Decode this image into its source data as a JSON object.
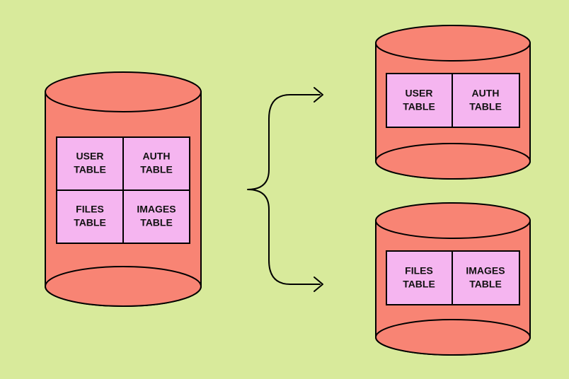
{
  "colors": {
    "background": "#d8ea9b",
    "cylinder": "#f88474",
    "table_cell": "#f5b5f0",
    "stroke": "#000000"
  },
  "source_db": {
    "tables": [
      {
        "line1": "USER",
        "line2": "TABLE"
      },
      {
        "line1": "AUTH",
        "line2": "TABLE"
      },
      {
        "line1": "FILES",
        "line2": "TABLE"
      },
      {
        "line1": "IMAGES",
        "line2": "TABLE"
      }
    ]
  },
  "shard_top": {
    "tables": [
      {
        "line1": "USER",
        "line2": "TABLE"
      },
      {
        "line1": "AUTH",
        "line2": "TABLE"
      }
    ]
  },
  "shard_bottom": {
    "tables": [
      {
        "line1": "FILES",
        "line2": "TABLE"
      },
      {
        "line1": "IMAGES",
        "line2": "TABLE"
      }
    ]
  }
}
